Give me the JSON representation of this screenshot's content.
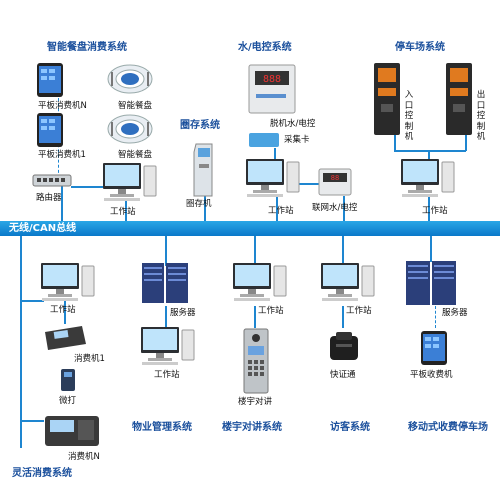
{
  "bus": {
    "label": "无线/CAN总线"
  },
  "systems": {
    "smart_tray": "智能餐盘消费系统",
    "water_power": "水/电控系统",
    "parking": "停车场系统",
    "storage": "圈存系统",
    "property": "物业管理系统",
    "intercom": "楼宇对讲系统",
    "visitor": "访客系统",
    "mobile_parking": "移动式收费停车场",
    "flexible_pay": "灵活消费系统"
  },
  "labels": {
    "tablet_n": "平板消费机N",
    "tablet_1": "平板消费机1",
    "smart_tray_1": "智能餐盘",
    "smart_tray_2": "智能餐盘",
    "router": "路由器",
    "ws_tray": "工作站",
    "offline_ctrl": "脱机水/电控",
    "collector": "采集卡",
    "storage_machine": "圈存机",
    "ws_water": "工作站",
    "online_ctrl": "联网水/电控",
    "entry_ctrl": "入口控制机",
    "exit_ctrl": "出口控制机",
    "ws_parking": "工作站",
    "ws_flex": "工作站",
    "pos_1": "消费机1",
    "wei_da": "微打",
    "pos_n": "消费机N",
    "server_property": "服务器",
    "ws_property": "工作站",
    "ws_intercom": "工作站",
    "intercom_unit": "楼宇对讲",
    "ws_visitor": "工作站",
    "quick_pass": "快证通",
    "server_mobile": "服务器",
    "tablet_pay": "平板收费机"
  },
  "colors": {
    "bus": "#1e86d0",
    "system_title": "#1a4f9c"
  }
}
